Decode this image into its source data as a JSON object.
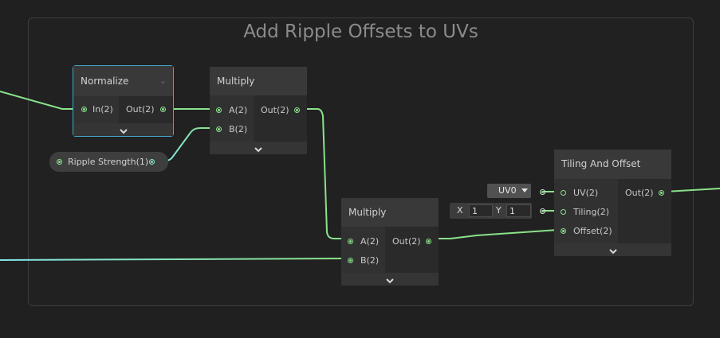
{
  "group": {
    "title": "Add Ripple Offsets to UVs"
  },
  "normalize": {
    "title": "Normalize",
    "in_label": "In(2)",
    "out_label": "Out(2)"
  },
  "multiply1": {
    "title": "Multiply",
    "a_label": "A(2)",
    "b_label": "B(2)",
    "out_label": "Out(2)"
  },
  "multiply2": {
    "title": "Multiply",
    "a_label": "A(2)",
    "b_label": "B(2)",
    "out_label": "Out(2)"
  },
  "tiling_offset": {
    "title": "Tiling And Offset",
    "uv_label": "UV(2)",
    "tiling_label": "Tiling(2)",
    "offset_label": "Offset(2)",
    "out_label": "Out(2)"
  },
  "property": {
    "label": "Ripple Strength(1)"
  },
  "inline_inputs": {
    "uv_channel": "UV0",
    "tiling_x_label": "X",
    "tiling_x_value": "1",
    "tiling_y_label": "Y",
    "tiling_y_value": "1"
  },
  "colors": {
    "vector2_wire": "#8ae28a",
    "float_wire": "#84e4e7",
    "selection": "#44a6c6"
  },
  "icons": {
    "collapse": "chevron-down-icon",
    "dropdown": "caret-down-icon"
  }
}
